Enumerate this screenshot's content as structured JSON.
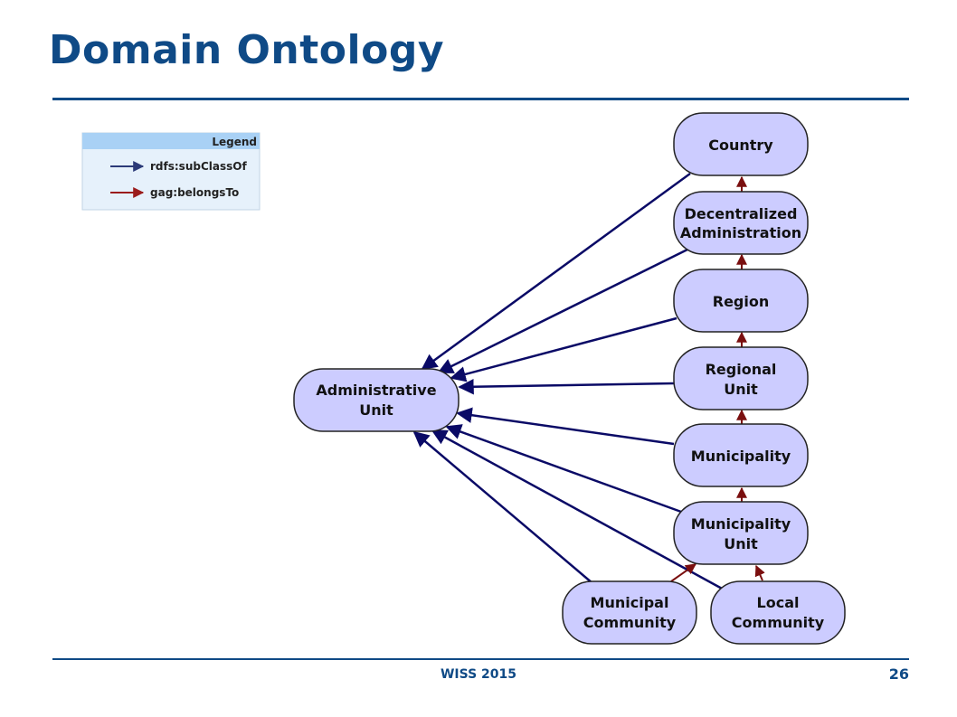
{
  "slide": {
    "title": "Domain Ontology",
    "footer_text": "WISS 2015",
    "page_number": "26"
  },
  "legend": {
    "title": "Legend",
    "items": [
      {
        "label": "rdfs:subClassOf",
        "color": "#2b3a78"
      },
      {
        "label": "gag:belongsTo",
        "color": "#9b1c1c"
      }
    ]
  },
  "colors": {
    "title": "#0f4a86",
    "node_fill": "#ccccff",
    "subclass_edge": "#0a0a66",
    "belongs_edge": "#7a0f0f"
  },
  "nodes": {
    "country": {
      "lines": [
        "Country"
      ]
    },
    "decentralized": {
      "lines": [
        "Decentralized",
        "Administration"
      ]
    },
    "region": {
      "lines": [
        "Region"
      ]
    },
    "regional_unit": {
      "lines": [
        "Regional",
        "Unit"
      ]
    },
    "municipality": {
      "lines": [
        "Municipality"
      ]
    },
    "municipality_unit": {
      "lines": [
        "Municipality",
        "Unit"
      ]
    },
    "municipal_community": {
      "lines": [
        "Municipal",
        "Community"
      ]
    },
    "local_community": {
      "lines": [
        "Local",
        "Community"
      ]
    },
    "administrative_unit": {
      "lines": [
        "Administrative",
        "Unit"
      ]
    }
  }
}
